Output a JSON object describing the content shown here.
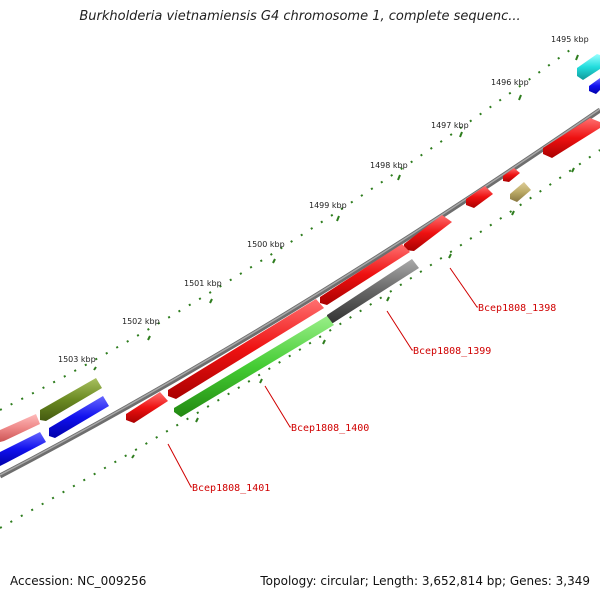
{
  "title": "Burkholderia vietnamiensis G4 chromosome 1, complete sequenc...",
  "footer": {
    "accession": "Accession: NC_009256",
    "summary": "Topology: circular; Length: 3,652,814 bp; Genes: 3,349"
  },
  "scale_labels": [
    "1495 kbp",
    "1496 kbp",
    "1497 kbp",
    "1498 kbp",
    "1499 kbp",
    "1500 kbp",
    "1501 kbp",
    "1502 kbp",
    "1503 kbp"
  ],
  "gene_labels": [
    "Bcep1808_1398",
    "Bcep1808_1399",
    "Bcep1808_1400",
    "Bcep1808_1401"
  ],
  "colors": {
    "backbone": "#808080",
    "tick": "#2e7d1e",
    "label": "#d00000",
    "red": "#ee1111",
    "green": "#44cc33",
    "dark_gray": "#666666",
    "blue": "#1111ee",
    "olive": "#6b8a22",
    "pink": "#ee8888",
    "cyan": "#22dddd",
    "khaki": "#bbaa66"
  }
}
